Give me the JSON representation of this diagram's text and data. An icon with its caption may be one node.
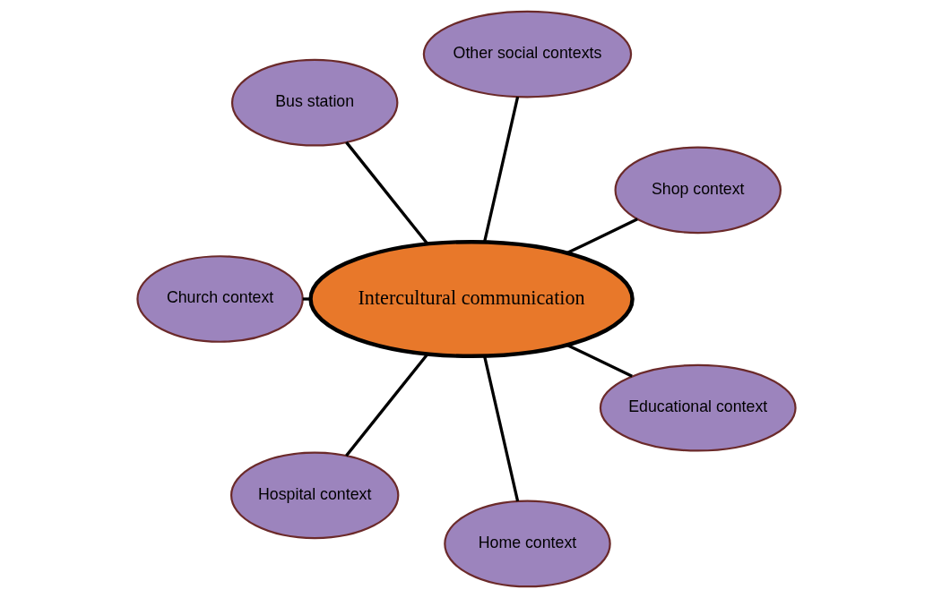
{
  "diagram": {
    "nodes": [
      {
        "text": [
          "Shop context"
        ]
      },
      {
        "text": [
          "Other social contexts"
        ]
      },
      {
        "text": [
          "Bus station"
        ]
      },
      {
        "text": [
          "Intercultural communication"
        ]
      },
      {
        "text": [
          "Church context"
        ]
      },
      {
        "text": [
          "Hospital context"
        ]
      },
      {
        "text": [
          "Home context"
        ]
      },
      {
        "text": [
          "Educational context"
        ]
      }
    ],
    "edges": [
      {
        "from": 3,
        "to": 0,
        "arrow": "none"
      },
      {
        "from": 3,
        "to": 1,
        "arrow": "none"
      },
      {
        "from": 3,
        "to": 2,
        "arrow": "none"
      },
      {
        "from": 3,
        "to": 4,
        "arrow": "none"
      },
      {
        "from": 3,
        "to": 5,
        "arrow": "none"
      },
      {
        "from": 3,
        "to": 6,
        "arrow": "none"
      },
      {
        "from": 3,
        "to": 7,
        "arrow": "none"
      }
    ]
  }
}
